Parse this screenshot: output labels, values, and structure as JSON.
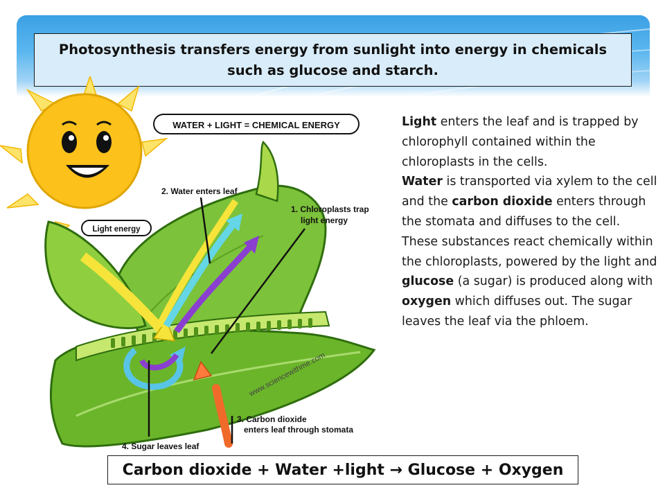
{
  "title": "Photosynthesis transfers energy from sunlight into energy in chemicals such as glucose and starch.",
  "diagram": {
    "equation_header": "WATER + LIGHT = CHEMICAL ENERGY",
    "label_light_energy": "Light energy",
    "label_water_line": "2. Water enters leaf",
    "label_chloro_line1": "1. Chloroplasts trap",
    "label_chloro_line2": "light energy",
    "label_co2_line1": "3. Carbon dioxide",
    "label_co2_line2": "enters leaf through stomata",
    "label_sugar": "4. Sugar leaves leaf",
    "watermark": "www.sciencewithme.com",
    "colors": {
      "leaf": "#6bb52a",
      "leaf_dark": "#3e7d14",
      "sun": "#fcc21b",
      "arrow_light": "#f6e43a",
      "arrow_water": "#64d6e6",
      "arrow_co2": "#ff7a3d",
      "arrow_purple": "#8a3fd1",
      "phloem": "#f06a2a"
    }
  },
  "description": {
    "p1_bold": "Light",
    "p1_rest": " enters the leaf and is trapped by chlorophyll contained within the chloroplasts in the cells.",
    "p2_bold1": "Water",
    "p2_mid": " is transported via xylem to the cell and the ",
    "p2_bold2": "carbon dioxide",
    "p2_rest": " enters through the stomata and diffuses to the cell.",
    "p3_start": "These substances react chemically within the chloroplasts, powered by the light and ",
    "p3_bold1": "glucose",
    "p3_mid": " (a sugar) is produced along with ",
    "p3_bold2": "oxygen",
    "p3_rest": " which diffuses out. The sugar leaves the leaf via the phloem."
  },
  "equation": "Carbon dioxide + Water +light → Glucose + Oxygen"
}
